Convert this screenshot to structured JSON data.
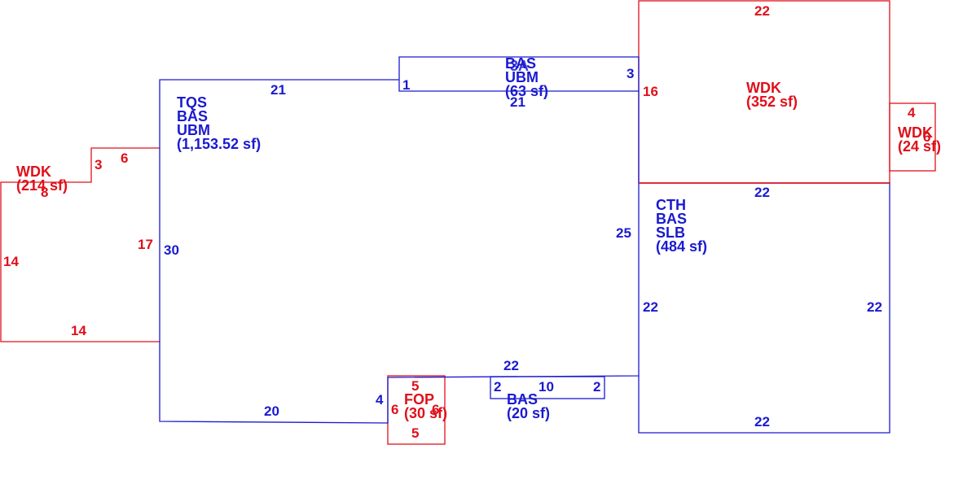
{
  "colors": {
    "living": "#1a1ad0",
    "deck": "#e0101a"
  },
  "areas": {
    "main": {
      "codes": [
        "TQS",
        "BAS",
        "UBM"
      ],
      "area": "(1,153.52 sf)"
    },
    "top_bas": {
      "codes": [
        "BAS",
        "UBM"
      ],
      "overlap": "3A",
      "area": "(63 sf)"
    },
    "wdk_top": {
      "code": "WDK",
      "area": "(352 sf)"
    },
    "wdk_small": {
      "code": "WDK",
      "area": "(24 sf)"
    },
    "wdk_left": {
      "code": "WDK",
      "area": "(214 sf)"
    },
    "cth": {
      "codes": [
        "CTH",
        "BAS",
        "SLB"
      ],
      "area": "(484 sf)"
    },
    "fop": {
      "code": "FOP",
      "area": "(30 sf)"
    },
    "bas_bottom": {
      "code": "BAS",
      "area": "(20 sf)"
    }
  },
  "dims": {
    "main_top": "21",
    "main_left": "30",
    "main_bottom": "20",
    "main_right": "25",
    "step_small": "1",
    "top_bas_bottom": "21",
    "top_bas_right": "3",
    "wdk_top_top": "22",
    "wdk_top_left": "16",
    "cth_top": "22",
    "cth_left": "22",
    "cth_right": "22",
    "cth_bottom": "22",
    "wdk_small_top": "4",
    "wdk_small_right": "6",
    "wdk_left_step": "3",
    "wdk_left_top": "6",
    "wdk_left_bottom_step": "8",
    "wdk_left_right": "17",
    "wdk_left_left": "14",
    "wdk_left_bottom": "14",
    "bottom_run": "22",
    "main_notch": "4",
    "fop_top": "5",
    "fop_left": "6",
    "fop_right": "6",
    "fop_bottom": "5",
    "bas_bottom_left": "2",
    "bas_bottom_top": "10",
    "bas_bottom_right": "2"
  }
}
